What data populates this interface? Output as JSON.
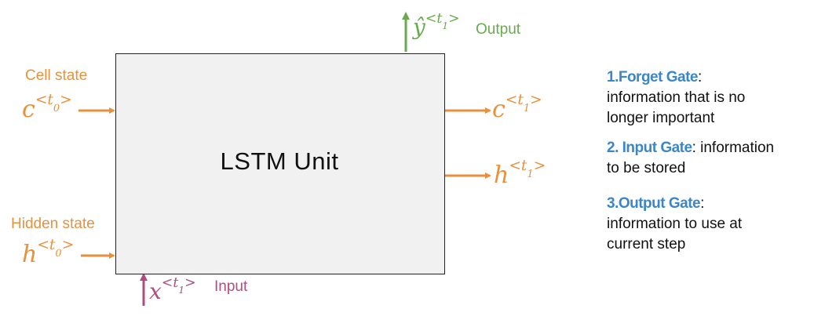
{
  "box": {
    "title": "LSTM Unit"
  },
  "labels": {
    "cell_state": "Cell state",
    "hidden_state": "Hidden  state",
    "output": "Output",
    "input": "Input"
  },
  "math": {
    "c_in": {
      "base": "c",
      "sup_open": "<",
      "t": "t",
      "sub": "0",
      "sup_close": ">"
    },
    "h_in": {
      "base": "h",
      "sup_open": "<",
      "t": "t",
      "sub": "0",
      "sup_close": ">"
    },
    "c_out": {
      "base": "c",
      "sup_open": "<",
      "t": "t",
      "sub": "1",
      "sup_close": ">"
    },
    "h_out": {
      "base": "h",
      "sup_open": "<",
      "t": "t",
      "sub": "1",
      "sup_close": ">"
    },
    "y_out": {
      "base": "ŷ",
      "sup_open": "<",
      "t": "t",
      "sub": "1",
      "sup_close": ">"
    },
    "x_in": {
      "base": "x",
      "sup_open": "<",
      "t": "t",
      "sub": "1",
      "sup_close": ">"
    }
  },
  "gates": [
    {
      "title": "1.Forget Gate",
      "sep": ":",
      "desc_line1": "information that is no",
      "desc_line2": "longer important"
    },
    {
      "title": "2. Input Gate",
      "sep": ": information",
      "desc_line1": "to be stored",
      "desc_line2": ""
    },
    {
      "title": "3.Output Gate",
      "sep": ":",
      "desc_line1": "information to use at",
      "desc_line2": "current step"
    }
  ],
  "colors": {
    "orange": "#e8913c",
    "green": "#6aaa4f",
    "purple": "#b04d7f",
    "blue": "#3b86c6",
    "box_fill": "#f1f1f1"
  }
}
